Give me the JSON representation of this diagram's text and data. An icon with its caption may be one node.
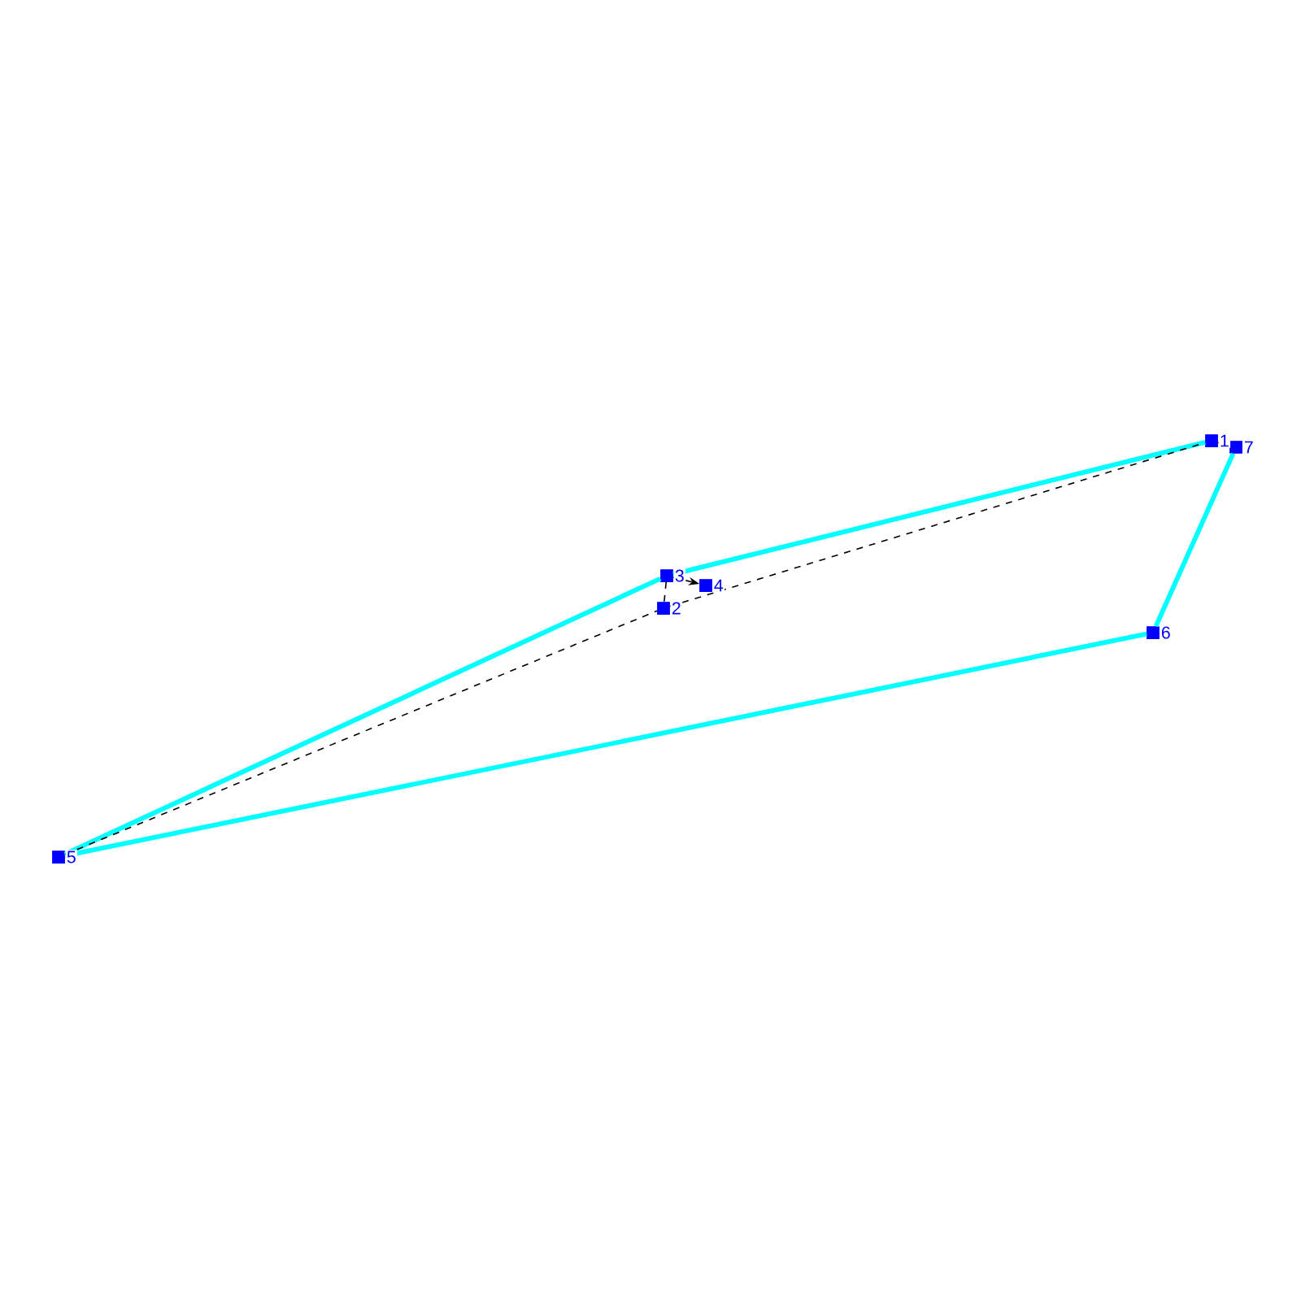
{
  "diagram": {
    "nodes": [
      {
        "text": [],
        "shape": "box",
        "beside": [
          "1"
        ]
      },
      {
        "text": [],
        "shape": "box",
        "beside": [
          "2"
        ]
      },
      {
        "text": [],
        "shape": "box",
        "beside": [
          "3"
        ]
      },
      {
        "text": [],
        "shape": "box",
        "beside": [
          "4"
        ]
      },
      {
        "text": [],
        "shape": "box",
        "beside": [
          "5"
        ]
      },
      {
        "text": [],
        "shape": "box",
        "beside": [
          "6"
        ]
      },
      {
        "text": [],
        "shape": "box",
        "beside": [
          "7"
        ]
      }
    ],
    "edges": [
      {
        "from": 4,
        "to": 2,
        "arrow": "none",
        "style": "thick",
        "color": "#00ffff"
      },
      {
        "from": 2,
        "to": 0,
        "arrow": "none",
        "style": "thick",
        "color": "#00ffff"
      },
      {
        "from": 6,
        "to": 5,
        "arrow": "none",
        "style": "thick",
        "color": "#00ffff"
      },
      {
        "from": 5,
        "to": 4,
        "arrow": "none",
        "style": "thick",
        "color": "#00ffff"
      },
      {
        "from": 0,
        "to": 6,
        "arrow": "none",
        "color": "#ff0000"
      },
      {
        "from": 4,
        "to": 1,
        "arrow": "none",
        "style": "dashed",
        "color": "#000000"
      },
      {
        "from": 1,
        "to": 0,
        "arrow": "none",
        "style": "dashed",
        "color": "#000000"
      },
      {
        "from": 2,
        "to": 1,
        "arrow": "none",
        "style": "dashed",
        "color": "#000000"
      },
      {
        "from": 2,
        "to": 3,
        "arrow": "to",
        "style": "dashed",
        "color": "#000000"
      }
    ]
  }
}
